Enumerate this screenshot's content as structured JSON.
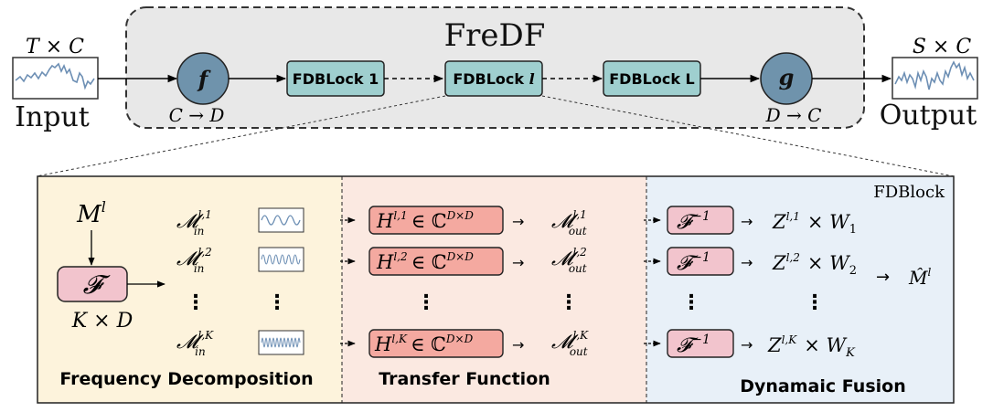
{
  "top": {
    "title": "FreDF",
    "input_label": "Input",
    "output_label": "Output",
    "input_dim": "T × C",
    "output_dim": "S × C",
    "f_label": "f",
    "g_label": "g",
    "f_map": "C → D",
    "g_map": "D → C",
    "block_1": "FDBLock 1",
    "block_l": "FDBLock",
    "block_l_italic": "l",
    "block_L": "FDBLock L"
  },
  "detail": {
    "panel_tag": "FDBlock",
    "m_symbol": "M",
    "m_sup": "l",
    "fft_symbol": "𝓕",
    "k_by_d": "K × D",
    "m_in": "𝓜",
    "in_sub": "in",
    "m_out": "𝓜",
    "out_sub": "out",
    "sup_1": "l,1",
    "sup_2": "l,2",
    "sup_k": "l,K",
    "h_symbol": "H",
    "h_member": "∈ ℂ",
    "h_dim": "D×D",
    "ifft_symbol": "𝓕",
    "ifft_sup": "−1",
    "z_symbol": "Z",
    "times_w": "× W",
    "w_1": "1",
    "w_2": "2",
    "w_k": "K",
    "m_hat": "M̂",
    "m_hat_sup": "l",
    "dots": "⋮",
    "arrow": "→",
    "section_1": "Frequency Decomposition",
    "section_2": "Transfer Function",
    "section_3": "Dynamaic Fusion"
  },
  "colors": {
    "panel_1": "#fdf3dc",
    "panel_2": "#fbe9e1",
    "panel_3": "#e8f0f8",
    "freddf_bg": "#e8e8e8",
    "block_fill": "#9fcfcf",
    "circle_fill": "#6f93ac",
    "fft_fill": "#f2c4cd",
    "h_fill": "#f4a9a0",
    "wave": "#6d8fb4"
  }
}
